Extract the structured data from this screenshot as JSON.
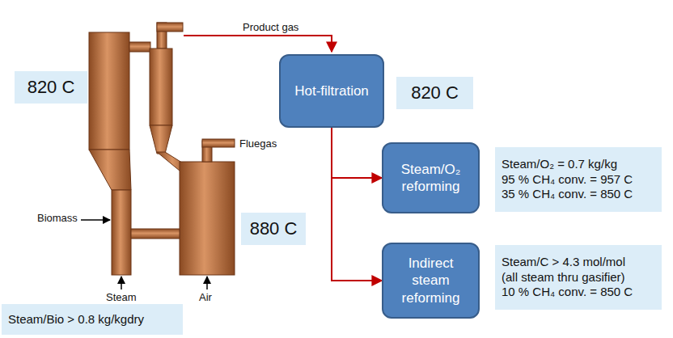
{
  "diagram": {
    "nodes": [
      {
        "text": [
          "820 C"
        ]
      },
      {
        "text": [
          "Hot-filtration"
        ]
      },
      {
        "text": [
          "820 C"
        ]
      },
      {
        "text": [
          "Steam/O₂ reforming"
        ]
      },
      {
        "text": [
          "Steam/O₂ = 0.7 kg/kg",
          "95 % CH₄ conv. = 957 C",
          "35 % CH₄ conv. = 850 C"
        ]
      },
      {
        "text": [
          "880 C"
        ]
      },
      {
        "text": [
          "Indirect steam reforming"
        ]
      },
      {
        "text": [
          "Steam/C > 4.3 mol/mol",
          "(all steam thru gasifier)",
          "10 % CH₄ conv. = 850 C"
        ]
      },
      {
        "text": [
          "Steam/Bio > 0.8 kg/kgdry"
        ]
      }
    ],
    "edges": [
      {
        "from": 1,
        "to": 3,
        "arrow": "to"
      },
      {
        "from": 1,
        "to": 6,
        "arrow": "to"
      }
    ],
    "labels": [
      "Product gas",
      "Fluegas",
      "Biomass",
      "Steam",
      "Air"
    ]
  }
}
